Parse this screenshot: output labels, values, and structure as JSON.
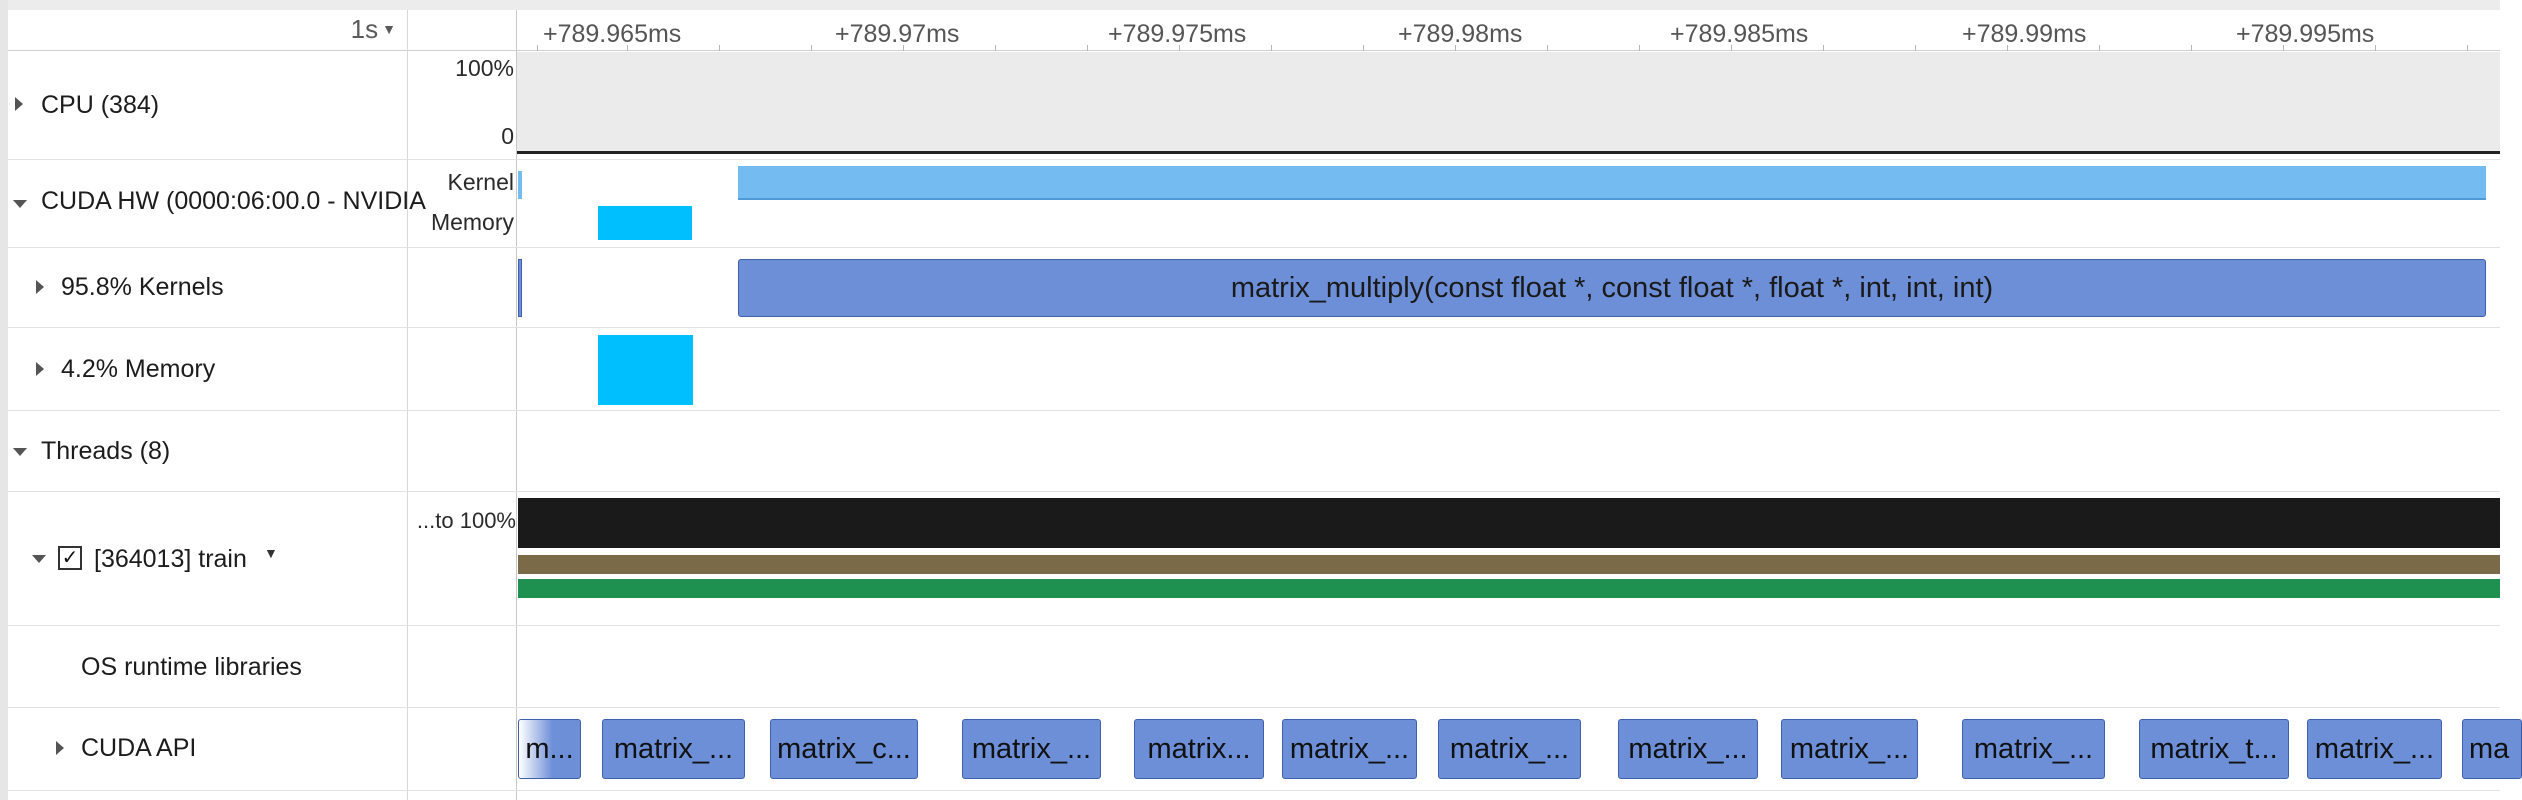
{
  "header": {
    "zoom_label": "1s",
    "ticks": [
      "+789.965ms",
      "+789.97ms",
      "+789.975ms",
      "+789.98ms",
      "+789.985ms",
      "+789.99ms",
      "+789.995ms"
    ]
  },
  "rows": {
    "cpu": {
      "label": "CPU (384)",
      "scale_top": "100%",
      "scale_bottom": "0"
    },
    "cuda_hw": {
      "label": "CUDA HW (0000:06:00.0 - NVIDIA",
      "sub_kernel": "Kernel",
      "sub_memory": "Memory"
    },
    "kernels": {
      "label": "95.8% Kernels",
      "block_label": "matrix_multiply(const float *, const float *, float *, int, int, int)"
    },
    "memory": {
      "label": "4.2% Memory"
    },
    "threads": {
      "label": "Threads (8)"
    },
    "train": {
      "label": "[364013] train",
      "scale": "...to 100%",
      "checked_mark": "✓"
    },
    "os_runtime": {
      "label": "OS runtime libraries"
    },
    "cuda_api": {
      "label": "CUDA API",
      "blocks": [
        "m...",
        "matrix_...",
        "matrix_c...",
        "matrix_...",
        "matrix...",
        "matrix_...",
        "matrix_...",
        "matrix_...",
        "matrix_...",
        "matrix_...",
        "matrix_t...",
        "matrix_...",
        "ma"
      ]
    }
  },
  "colors": {
    "cuda_kernel_bar": "#74bbf2",
    "memory_block": "#00bfff",
    "kernel_block": "#6d8fd8",
    "thread_black": "#1a1a1a",
    "thread_brown": "#7a6a48",
    "thread_green": "#1e9150",
    "cpu_band": "#ebebeb"
  }
}
